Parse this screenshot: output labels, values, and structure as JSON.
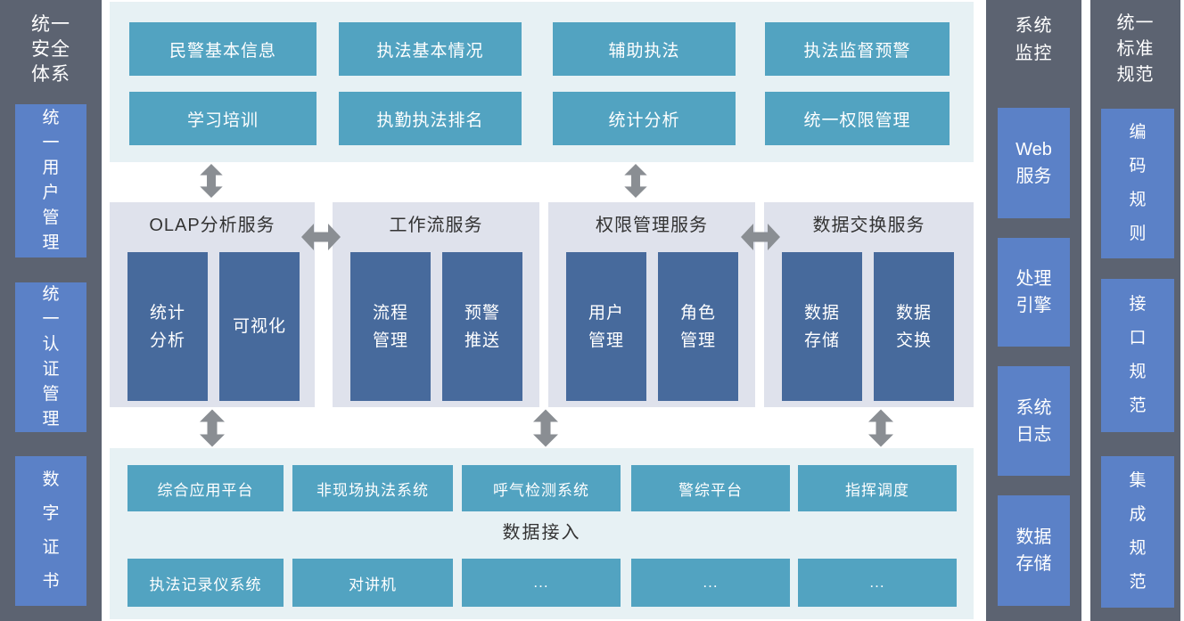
{
  "security_column": {
    "title": "统一\n安全\n体系",
    "items": [
      {
        "label": "统\n一\n用\n户\n管\n理"
      },
      {
        "label": "统\n一\n认\n证\n管\n理"
      },
      {
        "label": "数\n字\n证\n书"
      }
    ]
  },
  "application_panel": {
    "row1": [
      "民警基本信息",
      "执法基本情况",
      "辅助执法",
      "执法监督预警"
    ],
    "row2": [
      "学习培训",
      "执勤执法排名",
      "统计分析",
      "统一权限管理"
    ]
  },
  "service_groups": [
    {
      "title": "OLAP分析服务",
      "items": [
        "统计\n分析",
        "可视化"
      ]
    },
    {
      "title": "工作流服务",
      "items": [
        "流程\n管理",
        "预警\n推送"
      ]
    },
    {
      "title": "权限管理服务",
      "items": [
        "用户\n管理",
        "角色\n管理"
      ]
    },
    {
      "title": "数据交换服务",
      "items": [
        "数据\n存储",
        "数据\n交换"
      ]
    }
  ],
  "data_access_panel": {
    "row1": [
      "综合应用平台",
      "非现场执法系统",
      "呼气检测系统",
      "警综平台",
      "指挥调度"
    ],
    "label": "数据接入",
    "row2": [
      "执法记录仪系统",
      "对讲机",
      "...",
      "...",
      "..."
    ]
  },
  "monitor_column": {
    "title": "系统\n监控",
    "items": [
      {
        "label": "Web\n服务"
      },
      {
        "label": "处理\n引擎"
      },
      {
        "label": "系统\n日志"
      },
      {
        "label": "数据\n存储"
      }
    ]
  },
  "standards_column": {
    "title": "统一\n标准\n规范",
    "items": [
      {
        "label": "编\n码\n规\n则"
      },
      {
        "label": "接\n口\n规\n范"
      },
      {
        "label": "集\n成\n规\n范"
      }
    ]
  },
  "colors": {
    "teal_box": "#52a3c1",
    "blue_box": "#5b81c7",
    "dark_column": "#5c6371",
    "navy_inner_box": "#476a9c",
    "panel_teal_bg": "#e7f1f4",
    "panel_lavender_bg": "#dfe2ec",
    "arrow_gray": "#8a8e93"
  }
}
